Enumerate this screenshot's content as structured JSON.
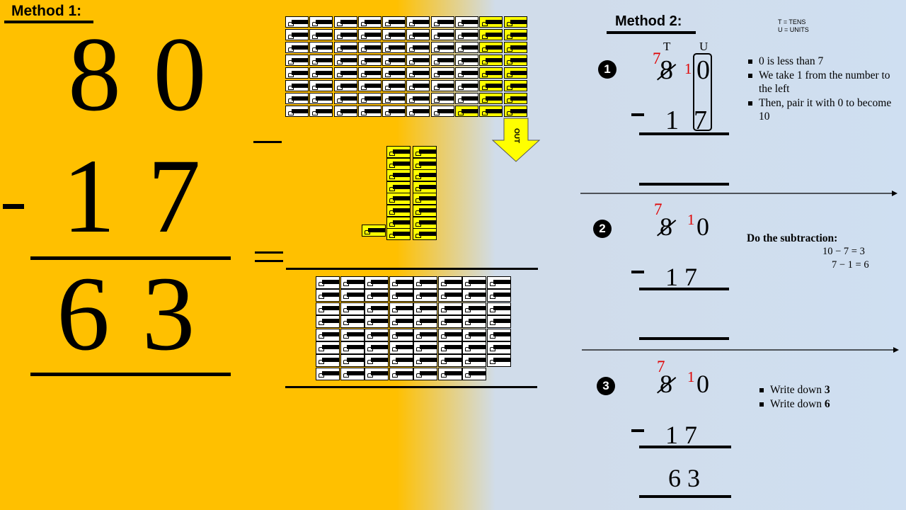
{
  "method1": {
    "title": "Method 1:",
    "top_number": "8 0",
    "minus": "-",
    "subtrahend": "1 7",
    "result": "6 3",
    "block_minus": "_",
    "block_equals": "=",
    "arrow_label": "OUT"
  },
  "method2": {
    "title": "Method 2:",
    "legend": [
      "T = TENS",
      "U = UNITS"
    ],
    "header_t": "T",
    "header_u": "U",
    "step1": {
      "num": "1",
      "tens_new": "7",
      "tens": "8",
      "borrow": "1",
      "units": "0",
      "minus": "-",
      "sub_tens": "1",
      "sub_units": "7",
      "notes": [
        "0 is less than 7",
        "We take 1 from the number to the left",
        "Then, pair it with 0 to become 10"
      ]
    },
    "step2": {
      "num": "2",
      "tens_new": "7",
      "tens": "8",
      "borrow": "1",
      "units": "0",
      "minus": "-",
      "sub": "1 7",
      "heading": "Do the subtraction:",
      "eq1": "10 − 7 = 3",
      "eq2": "7 − 1 = 6"
    },
    "step3": {
      "num": "3",
      "tens_new": "7",
      "tens": "8",
      "borrow": "1",
      "units": "0",
      "minus": "-",
      "sub": "1 7",
      "result": "6 3",
      "notes": [
        {
          "text": "Write down ",
          "bold": "3"
        },
        {
          "text": "Write down ",
          "bold": "6"
        }
      ]
    }
  },
  "colors": {
    "left_bg": "#FFC000",
    "right_bg": "#CFDFF1",
    "highlight_block": "#FFFF00",
    "borrow_red": "#E00000"
  }
}
